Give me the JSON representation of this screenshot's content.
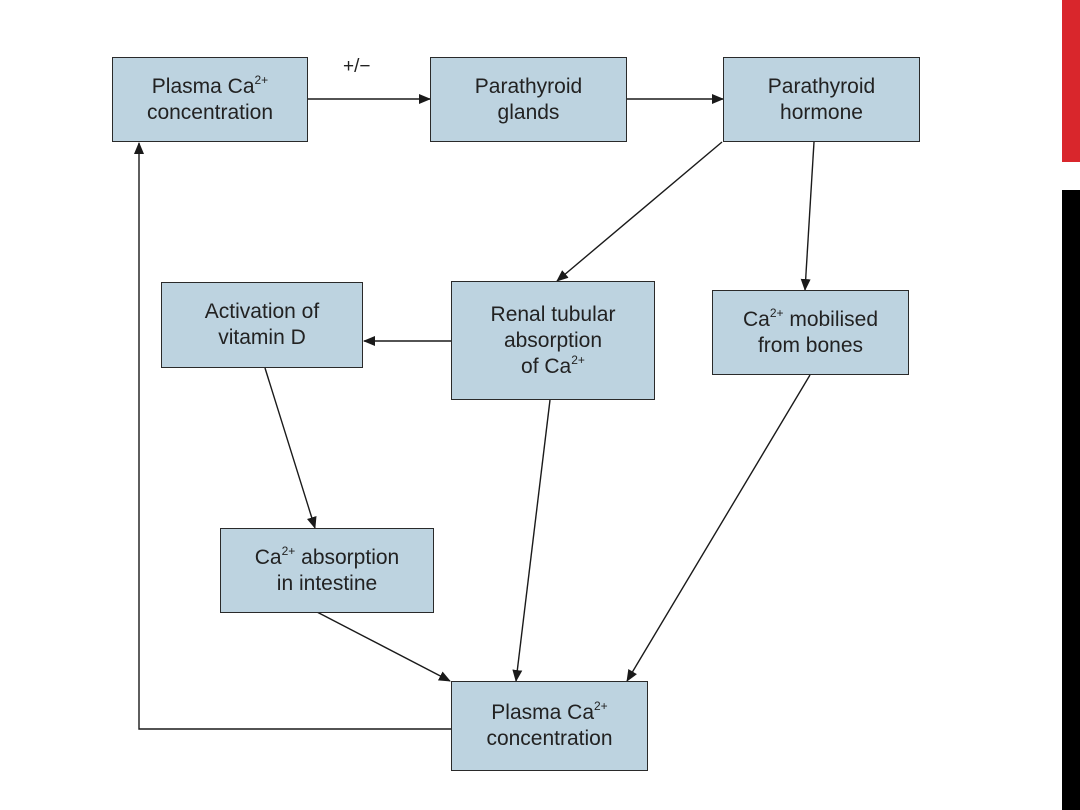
{
  "diagram": {
    "sign_label": "+/−",
    "superscript": "2+",
    "nodes": {
      "plasma_top": {
        "l1": "Plasma Ca",
        "l2": "concentration"
      },
      "glands": {
        "l1": "Parathyroid",
        "l2": "glands"
      },
      "hormone": {
        "l1": "Parathyroid",
        "l2": "hormone"
      },
      "vitd": {
        "l1": "Activation of",
        "l2": "vitamin D"
      },
      "renal": {
        "l1": "Renal tubular",
        "l2": "absorption",
        "l3": "of Ca"
      },
      "bones": {
        "l1": "Ca",
        "l1b": " mobilised",
        "l2": "from bones"
      },
      "intestine": {
        "l1": "Ca",
        "l1b": " absorption",
        "l2": "in intestine"
      },
      "plasma_bottom": {
        "l1": "Plasma Ca",
        "l2": "concentration"
      }
    }
  },
  "colors": {
    "box_fill": "#bdd3e0",
    "accent_red": "#d9262c",
    "accent_black": "#000000"
  }
}
